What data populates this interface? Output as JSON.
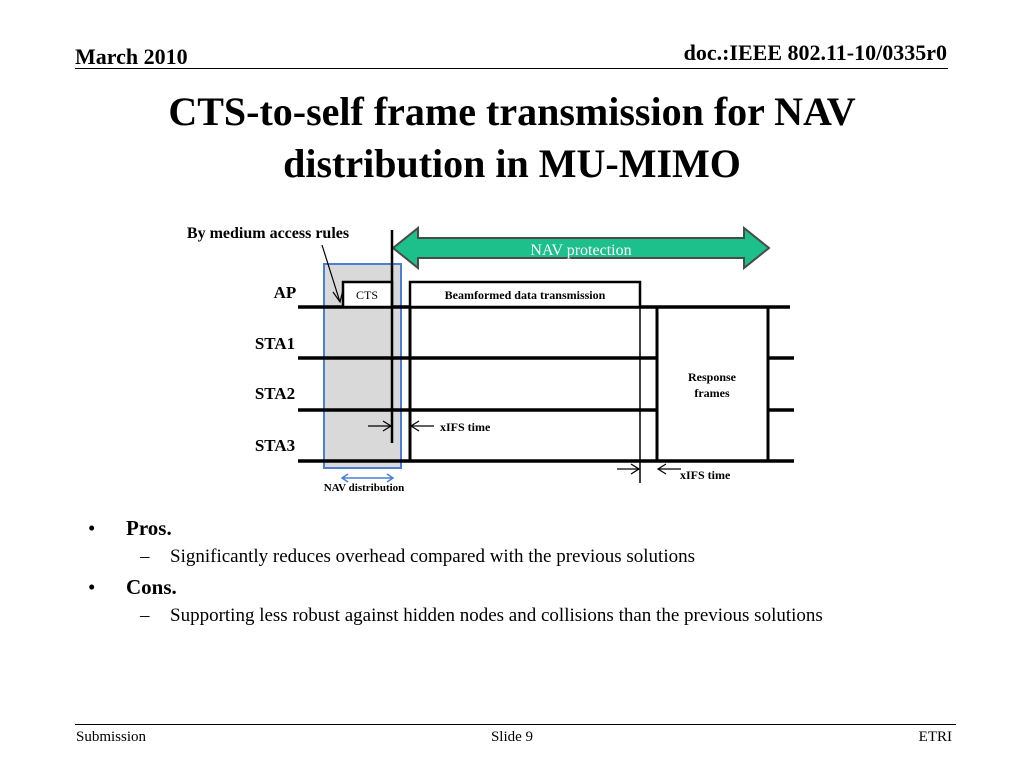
{
  "header": {
    "date": "March 2010",
    "doc_id": "doc.:IEEE 802.11-10/0335r0"
  },
  "title": "CTS-to-self frame transmission for NAV distribution in MU-MIMO",
  "diagram": {
    "medium_access_label": "By medium access rules",
    "nav_protection_label": "NAV protection",
    "nav_protection_color": "#1dbf8a",
    "nav_distribution_label": "NAV distribution",
    "nav_distribution_color": "#4a7fd4",
    "stations": [
      "AP",
      "STA1",
      "STA2",
      "STA3"
    ],
    "cts_label": "CTS",
    "beamformed_label": "Beamformed data transmission",
    "response_label_line1": "Response",
    "response_label_line2": "frames",
    "xifs_label_1": "xIFS time",
    "xifs_label_2": "xIFS time"
  },
  "bullets": [
    {
      "label": "Pros.",
      "sub": "Significantly reduces overhead compared with the previous solutions"
    },
    {
      "label": "Cons.",
      "sub": "Supporting less robust against hidden nodes and collisions than the previous solutions"
    }
  ],
  "footer": {
    "left": "Submission",
    "center": "Slide 9",
    "right": "ETRI"
  }
}
